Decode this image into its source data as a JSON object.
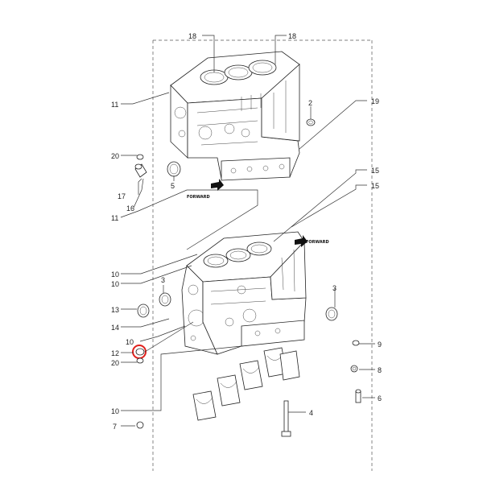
{
  "diagram": {
    "forward_labels": [
      "FORWARD",
      "FORWARD"
    ],
    "callouts": [
      {
        "id": "18-left",
        "text": "18"
      },
      {
        "id": "18-right",
        "text": "18"
      },
      {
        "id": "11-top",
        "text": "11"
      },
      {
        "id": "2",
        "text": "2"
      },
      {
        "id": "19",
        "text": "19"
      },
      {
        "id": "20-top",
        "text": "20"
      },
      {
        "id": "5",
        "text": "5"
      },
      {
        "id": "17",
        "text": "17"
      },
      {
        "id": "16",
        "text": "16"
      },
      {
        "id": "11-mid",
        "text": "11"
      },
      {
        "id": "15-a",
        "text": "15"
      },
      {
        "id": "15-b",
        "text": "15"
      },
      {
        "id": "10-a",
        "text": "10"
      },
      {
        "id": "10-b",
        "text": "10"
      },
      {
        "id": "3-left",
        "text": "3"
      },
      {
        "id": "3-right",
        "text": "3"
      },
      {
        "id": "13",
        "text": "13"
      },
      {
        "id": "14",
        "text": "14"
      },
      {
        "id": "10-c",
        "text": "10"
      },
      {
        "id": "9",
        "text": "9"
      },
      {
        "id": "12",
        "text": "12"
      },
      {
        "id": "20-bottom",
        "text": "20"
      },
      {
        "id": "8",
        "text": "8"
      },
      {
        "id": "6",
        "text": "6"
      },
      {
        "id": "10-d",
        "text": "10"
      },
      {
        "id": "4",
        "text": "4"
      },
      {
        "id": "7",
        "text": "7"
      }
    ],
    "highlight_color": "#e0201c"
  }
}
